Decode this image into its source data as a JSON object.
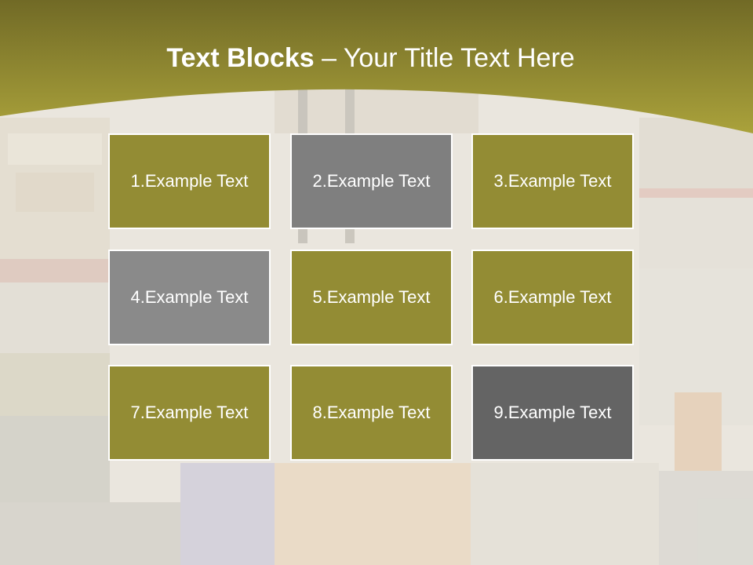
{
  "slide": {
    "title_bold": "Text Blocks",
    "title_rest": " – Your Title Text Here"
  },
  "colors": {
    "olive": "#938c34",
    "gray": "#808080",
    "light_gray": "#8a8a8a",
    "dark_gray": "#646464",
    "header_top": "#736d27",
    "header_bottom": "#aba23c"
  },
  "blocks": [
    {
      "label": "1.Example Text",
      "color": "#938c34"
    },
    {
      "label": "2.Example Text",
      "color": "#7f7f7f"
    },
    {
      "label": "3.Example Text",
      "color": "#938c34"
    },
    {
      "label": "4.Example Text",
      "color": "#8a8a8a"
    },
    {
      "label": "5.Example Text",
      "color": "#938c34"
    },
    {
      "label": "6.Example Text",
      "color": "#938c34"
    },
    {
      "label": "7.Example Text",
      "color": "#938c34"
    },
    {
      "label": "8.Example Text",
      "color": "#938c34"
    },
    {
      "label": "9.Example Text",
      "color": "#646464"
    }
  ]
}
